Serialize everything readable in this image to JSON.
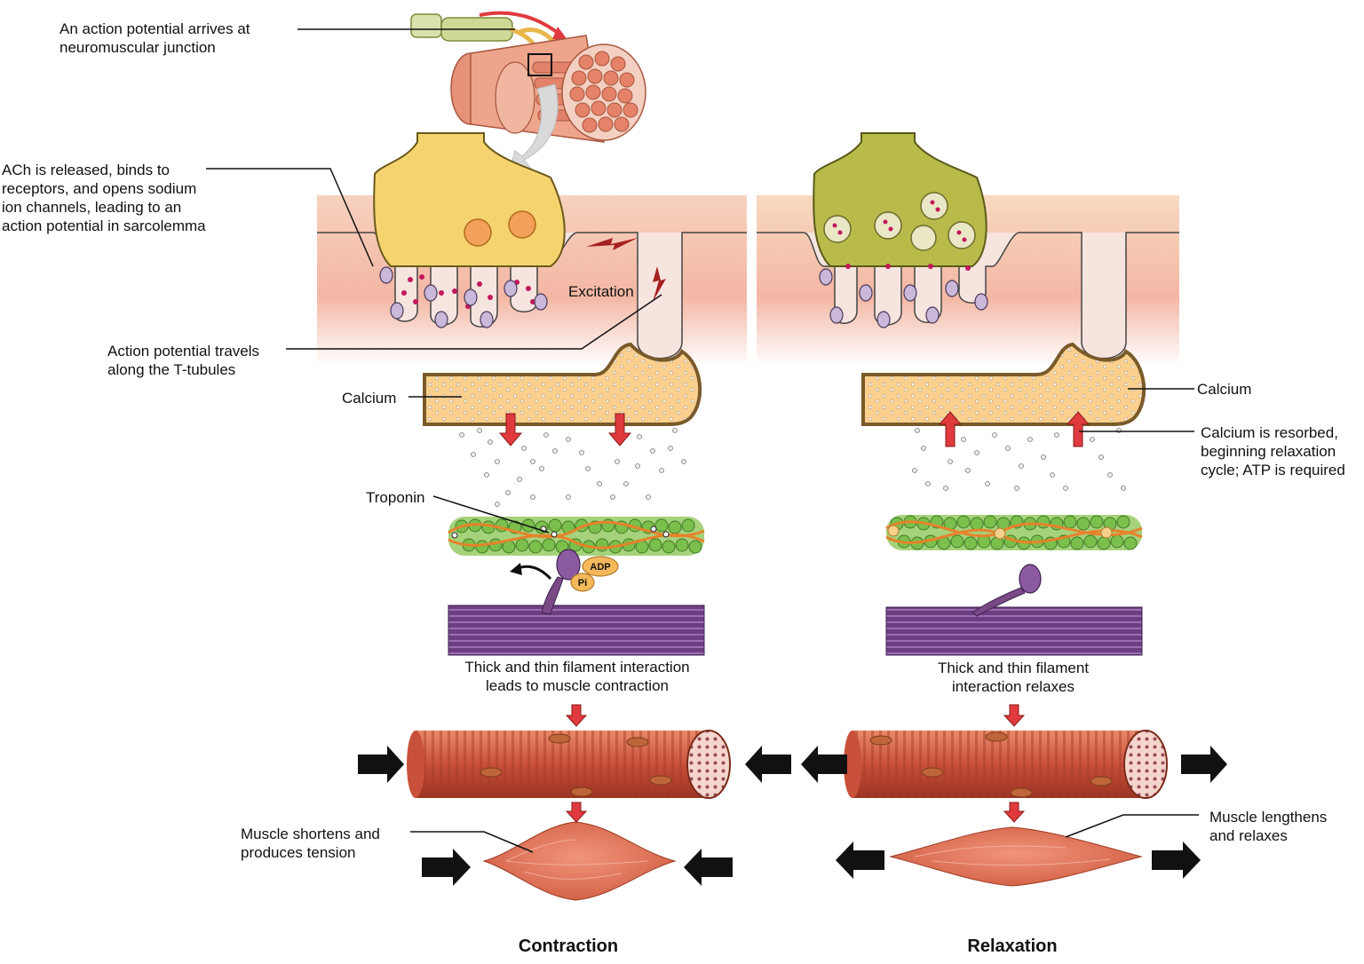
{
  "labels": {
    "ap_arrives": "An action potential arrives at\nneuromuscular junction",
    "ach_released": "ACh is released, binds to\nreceptors, and opens sodium\nion channels, leading to an\naction potential in sarcolemma",
    "excitation": "Excitation",
    "ap_travels": "Action potential travels\nalong the T-tubules",
    "calcium_left": "Calcium",
    "calcium_right": "Calcium",
    "calcium_resorbed": "Calcium is resorbed,\nbeginning relaxation\ncycle; ATP is required",
    "troponin": "Troponin",
    "adp": "ADP",
    "pi": "Pi",
    "filament_contract": "Thick and thin filament interaction\nleads to muscle contraction",
    "filament_relax": "Thick and thin filament\ninteraction relaxes",
    "muscle_shortens": "Muscle shortens and\nproduces tension",
    "muscle_lengthens": "Muscle lengthens\nand relaxes"
  },
  "headings": {
    "contraction": "Contraction",
    "relaxation": "Relaxation"
  },
  "colors": {
    "muscle": "#d9654a",
    "muscle_dark": "#a83e2a",
    "terminal_active": "#f5d470",
    "terminal_rest": "#b8bb4a",
    "sarcoplasm": "#f8d4c0",
    "calcium_store": "#fbd08e",
    "red_arrow": "#e03a3e",
    "actin": "#8cc85a",
    "tropomyosin": "#e7822b",
    "myosin": "#7a4a86",
    "vesicle_dot": "#c2185b"
  },
  "icons": [
    "large-right-arrow-icon",
    "large-left-arrow-icon",
    "red-down-arrow-icon",
    "red-up-arrow-icon",
    "lightning-bolt-icon"
  ]
}
